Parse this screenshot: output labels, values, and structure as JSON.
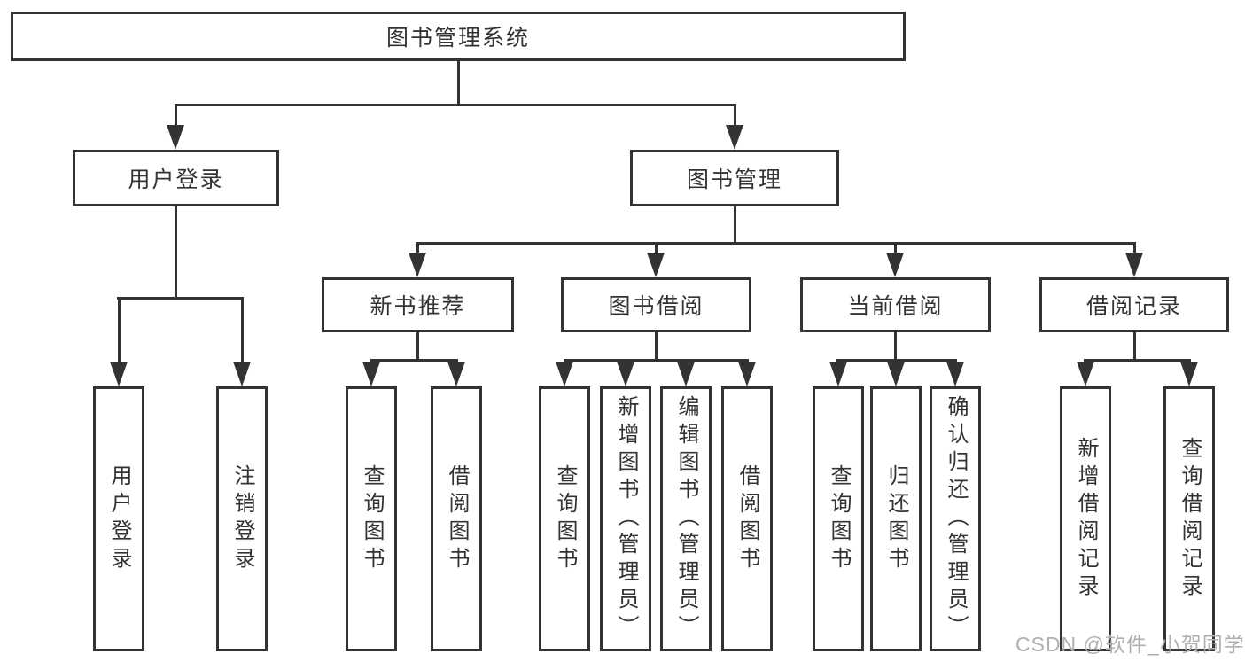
{
  "nodes": {
    "root": "图书管理系统",
    "user_login": "用户登录",
    "book_mgmt": "图书管理",
    "new_book_rec": "新书推荐",
    "book_borrow": "图书借阅",
    "current_borrow": "当前借阅",
    "borrow_records": "借阅记录",
    "ul_user_login": "用户登录",
    "ul_logout": "注销登录",
    "nb_query_book": "查询图书",
    "nb_borrow_book": "借阅图书",
    "bb_query_book": "查询图书",
    "bb_add_book": "新增图书（管理员）",
    "bb_edit_book": "编辑图书（管理员）",
    "bb_borrow_book": "借阅图书",
    "cb_query_book": "查询图书",
    "cb_return_book": "归还图书",
    "cb_confirm_return": "确认归还（管理员）",
    "br_add_record": "新增借阅记录",
    "br_query_record": "查询借阅记录"
  },
  "structure": {
    "图书管理系统": {
      "用户登录": [
        "用户登录",
        "注销登录"
      ],
      "图书管理": {
        "新书推荐": [
          "查询图书",
          "借阅图书"
        ],
        "图书借阅": [
          "查询图书",
          "新增图书（管理员）",
          "编辑图书（管理员）",
          "借阅图书"
        ],
        "当前借阅": [
          "查询图书",
          "归还图书",
          "确认归还（管理员）"
        ],
        "借阅记录": [
          "新增借阅记录",
          "查询借阅记录"
        ]
      }
    }
  },
  "watermark": "CSDN @软件_小贺同学",
  "colors": {
    "line": "#333333",
    "text": "#333333",
    "box_background": "#ffffff",
    "page_background": "#ffffff",
    "watermark": "#b0b0b0"
  }
}
